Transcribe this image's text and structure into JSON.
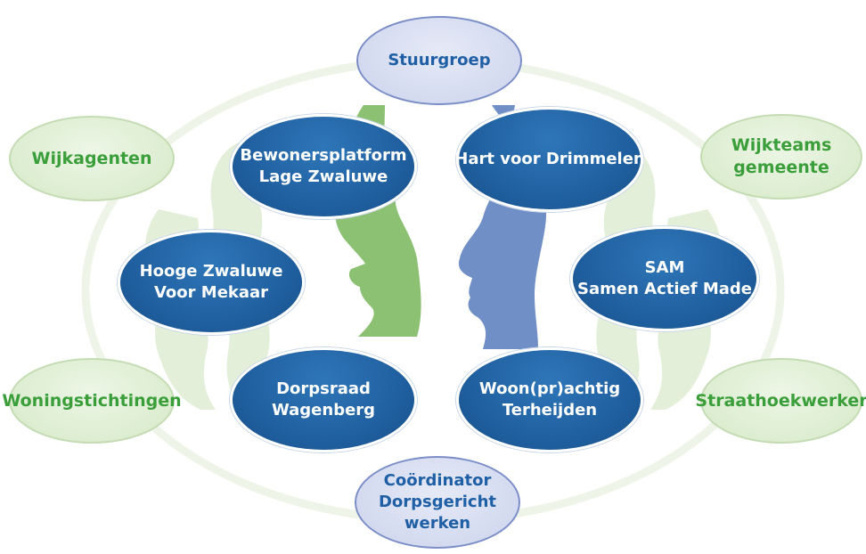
{
  "colors": {
    "dark_blue": "#1f5e9e",
    "light_green": "#dcedd0",
    "green_text": "#3a9e3a",
    "lavender": "#d2d9ef",
    "face_green": "#8cc072",
    "face_blue": "#6f8fc6"
  },
  "icons": [
    "green-face-profile-icon",
    "blue-face-profile-icon"
  ],
  "top": {
    "line1": "Stuurgroep"
  },
  "bottom": {
    "line1": "Coördinator",
    "line2": "Dorpsgericht",
    "line3": "werken"
  },
  "outer": {
    "top_left": "Wijkagenten",
    "bottom_left": "Woningstichtingen",
    "top_right": {
      "line1": "Wijkteams",
      "line2": "gemeente"
    },
    "bottom_right": "Straathoekwerker"
  },
  "inner": {
    "left_top": {
      "line1": "Bewonersplatform",
      "line2": "Lage Zwaluwe"
    },
    "left_mid": {
      "line1": "Hooge Zwaluwe",
      "line2": "Voor Mekaar"
    },
    "left_bottom": {
      "line1": "Dorpsraad",
      "line2": "Wagenberg"
    },
    "right_top": {
      "line1": "Hart voor Drimmelen"
    },
    "right_mid": {
      "line1": "SAM",
      "line2": "Samen Actief Made"
    },
    "right_bottom": {
      "line1": "Woon(pr)achtig",
      "line2": "Terheijden"
    }
  }
}
